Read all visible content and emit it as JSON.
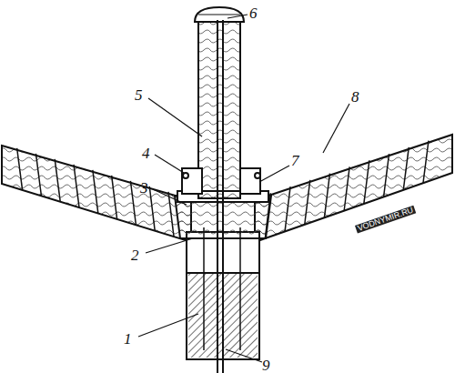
{
  "diagram": {
    "labels": [
      "6",
      "5",
      "4",
      "7",
      "8",
      "3",
      "2",
      "1",
      "9",
      "VODNYMIR.RU"
    ]
  }
}
